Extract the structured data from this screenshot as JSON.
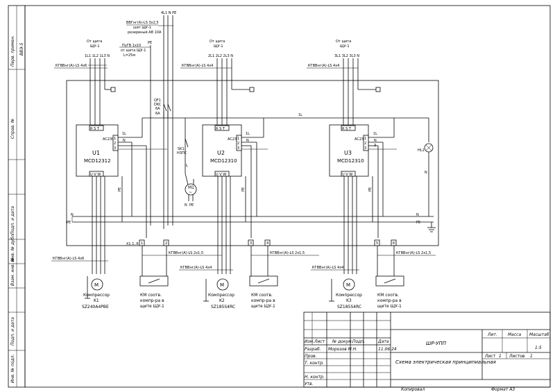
{
  "side_stamp": {
    "perv_primen": "Перв. примен.",
    "perv_value": "ВВЭ-5",
    "sprav": "Справ. №",
    "podp_data_1": "Подп. и дата",
    "inv_dubl": "Инв. № дубл.",
    "vzam_inv": "Взам. инв. №",
    "podp_data_2": "Подп. и дата",
    "inv_podl": "Инв. № подл."
  },
  "supply": {
    "top_bus": "4L1  N  PE",
    "main_cable": "ВВГнг(А)-LS 3х2,5",
    "main_from": "шит ЩУ-1",
    "main_breaker": "резервный АВ 10А",
    "pe_cable": "ПуГВ 1х10",
    "pe_from": "от шита ЩУ-1",
    "pe_length": "L=25м",
    "pe_label": "PE",
    "qf1_name": "QF1",
    "qf1_type": "DKC",
    "qf1_rating_1": "6А",
    "qf1_rating_2": "6А",
    "sk1_name": "SK1",
    "sk1_type": "H3ПС",
    "lamp_name": "HL1",
    "bus_1l": "1L",
    "bus_n": "N",
    "bus_pe": "PE",
    "m1_name": "M1",
    "n_label": "N",
    "l_label": "L",
    "n_mark": "N",
    "pe_mark": "PE"
  },
  "units": [
    {
      "from_1": "От щита",
      "from_2": "ЩУ-1",
      "phases": "1L1  1L2  1L3  N",
      "cable": "КГВВнг(А)-LS 4х6",
      "name": "U1",
      "model": "MCD12312",
      "ac": "AC230V",
      "pin_top": "R  S  T",
      "pin_out": "U  V  W",
      "term_1": "1L",
      "term_n": "N",
      "term_num": "1  2  3",
      "pe": "PE",
      "l_mark": "1L",
      "xt": "X1.1..6",
      "t1": "1",
      "t2": "2",
      "km_cable": "КГВВнг(А)-LS 2х1,5",
      "motor_cable": "КГВВнг(А)-LS 4х6",
      "motor_label": "M",
      "motor_caption_1": "Компрессор",
      "motor_caption_2": "K1",
      "motor_caption_3": "SZ240A4PBE",
      "km_1": "КМ соотв.",
      "km_2": "компр-ра в",
      "km_3": "щите ЩУ-1"
    },
    {
      "from_1": "От щита",
      "from_2": "ЩУ-1",
      "phases": "2L1  2L2  2L3  N",
      "cable": "КГВВнг(А)-LS 4х4",
      "name": "U2",
      "model": "MCD12310",
      "ac": "AC230V",
      "pin_top": "R  S  T",
      "pin_out": "U  V  W",
      "term_1": "1L",
      "term_n": "N",
      "term_num": "1  2  3",
      "pe": "PE",
      "l_mark": "1L",
      "xt": "",
      "t1": "3",
      "t2": "4",
      "km_cable": "КГВВнг(А)-LS 2х1,5",
      "motor_cable": "КГВВнг(А)-LS 4х4",
      "motor_label": "M",
      "motor_caption_1": "Компрессор",
      "motor_caption_2": "K2",
      "motor_caption_3": "SZ185S4RC",
      "km_1": "КМ соотв.",
      "km_2": "компр-ра в",
      "km_3": "щите ЩУ-1"
    },
    {
      "from_1": "От щита",
      "from_2": "ЩУ-1",
      "phases": "3L1  3L2  3L3  N",
      "cable": "КГВВнг(А)-LS 4х4",
      "name": "U3",
      "model": "MCD12310",
      "ac": "AC230V",
      "pin_top": "R  S  T",
      "pin_out": "U  V  W",
      "term_1": "1L",
      "term_n": "N",
      "term_num": "1  2  3",
      "pe": "PE",
      "l_mark": "1L",
      "xt": "",
      "t1": "5",
      "t2": "6",
      "km_cable": "КГВВнг(А)-LS 2х1,5",
      "motor_cable": "КГВВнг(А)-LS 4х4",
      "motor_label": "M",
      "motor_caption_1": "Компрессор",
      "motor_caption_2": "K3",
      "motor_caption_3": "SZ185S4RC",
      "km_1": "КМ соотв.",
      "km_2": "компр-ра в",
      "km_3": "щите ЩУ-1"
    }
  ],
  "title_block": {
    "col_izm": "Изм.",
    "col_list": "Лист",
    "col_ndok": "№ докум.",
    "col_podp": "Подп.",
    "col_data": "Дата",
    "razrab": "Разраб.",
    "razrab_name": "Морозов М.Н.",
    "razrab_date": "11.06.24",
    "prov": "Пров.",
    "t_kontr": "Т. контр.",
    "n_kontr": "Н. контр.",
    "utv": "Утв.",
    "code": "ШР-УПП",
    "title": "Схема электрическая принципиальная",
    "lit": "Лит.",
    "massa": "Масса",
    "masshtab": "Масштаб",
    "scale_value": "1:5",
    "list_label": "Лист",
    "list_value": "1",
    "listov_label": "Листов",
    "listov_value": "1",
    "kopiroval": "Копировал",
    "format": "Формат А3"
  }
}
